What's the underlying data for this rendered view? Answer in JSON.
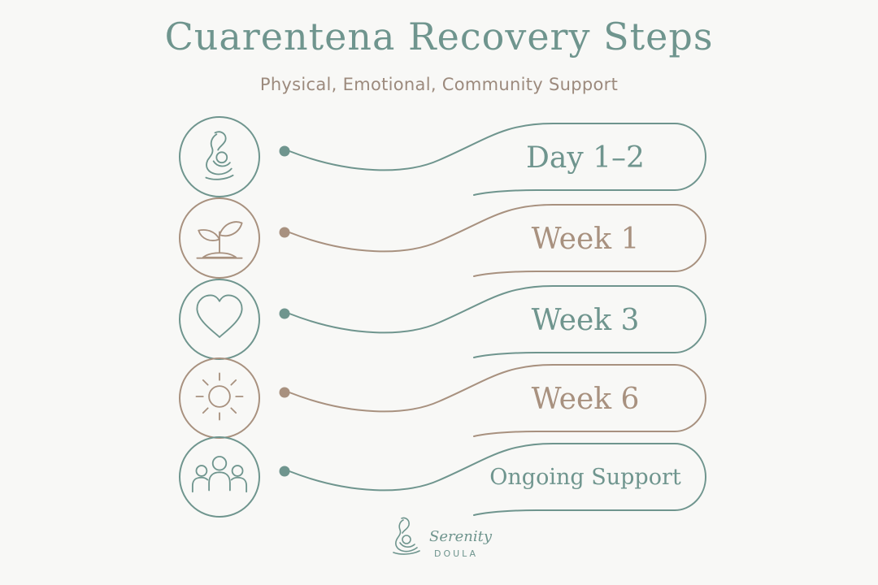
{
  "header": {
    "title": "Cuarentena Recovery Steps",
    "subtitle": "Physical,  Emotional, Community Support"
  },
  "colors": {
    "teal": "#6f958e",
    "taupe": "#a8917f",
    "background": "#f8f8f6"
  },
  "steps": [
    {
      "label": "Day 1–2",
      "icon": "mother-baby-icon",
      "color": "teal"
    },
    {
      "label": "Week 1",
      "icon": "sprout-icon",
      "color": "taupe"
    },
    {
      "label": "Week 3",
      "icon": "heart-icon",
      "color": "teal"
    },
    {
      "label": "Week 6",
      "icon": "sun-icon",
      "color": "taupe"
    },
    {
      "label": "Ongoing Support",
      "icon": "community-icon",
      "color": "teal"
    }
  ],
  "brand": {
    "name": "Serenity",
    "tagline": "DOULA"
  }
}
